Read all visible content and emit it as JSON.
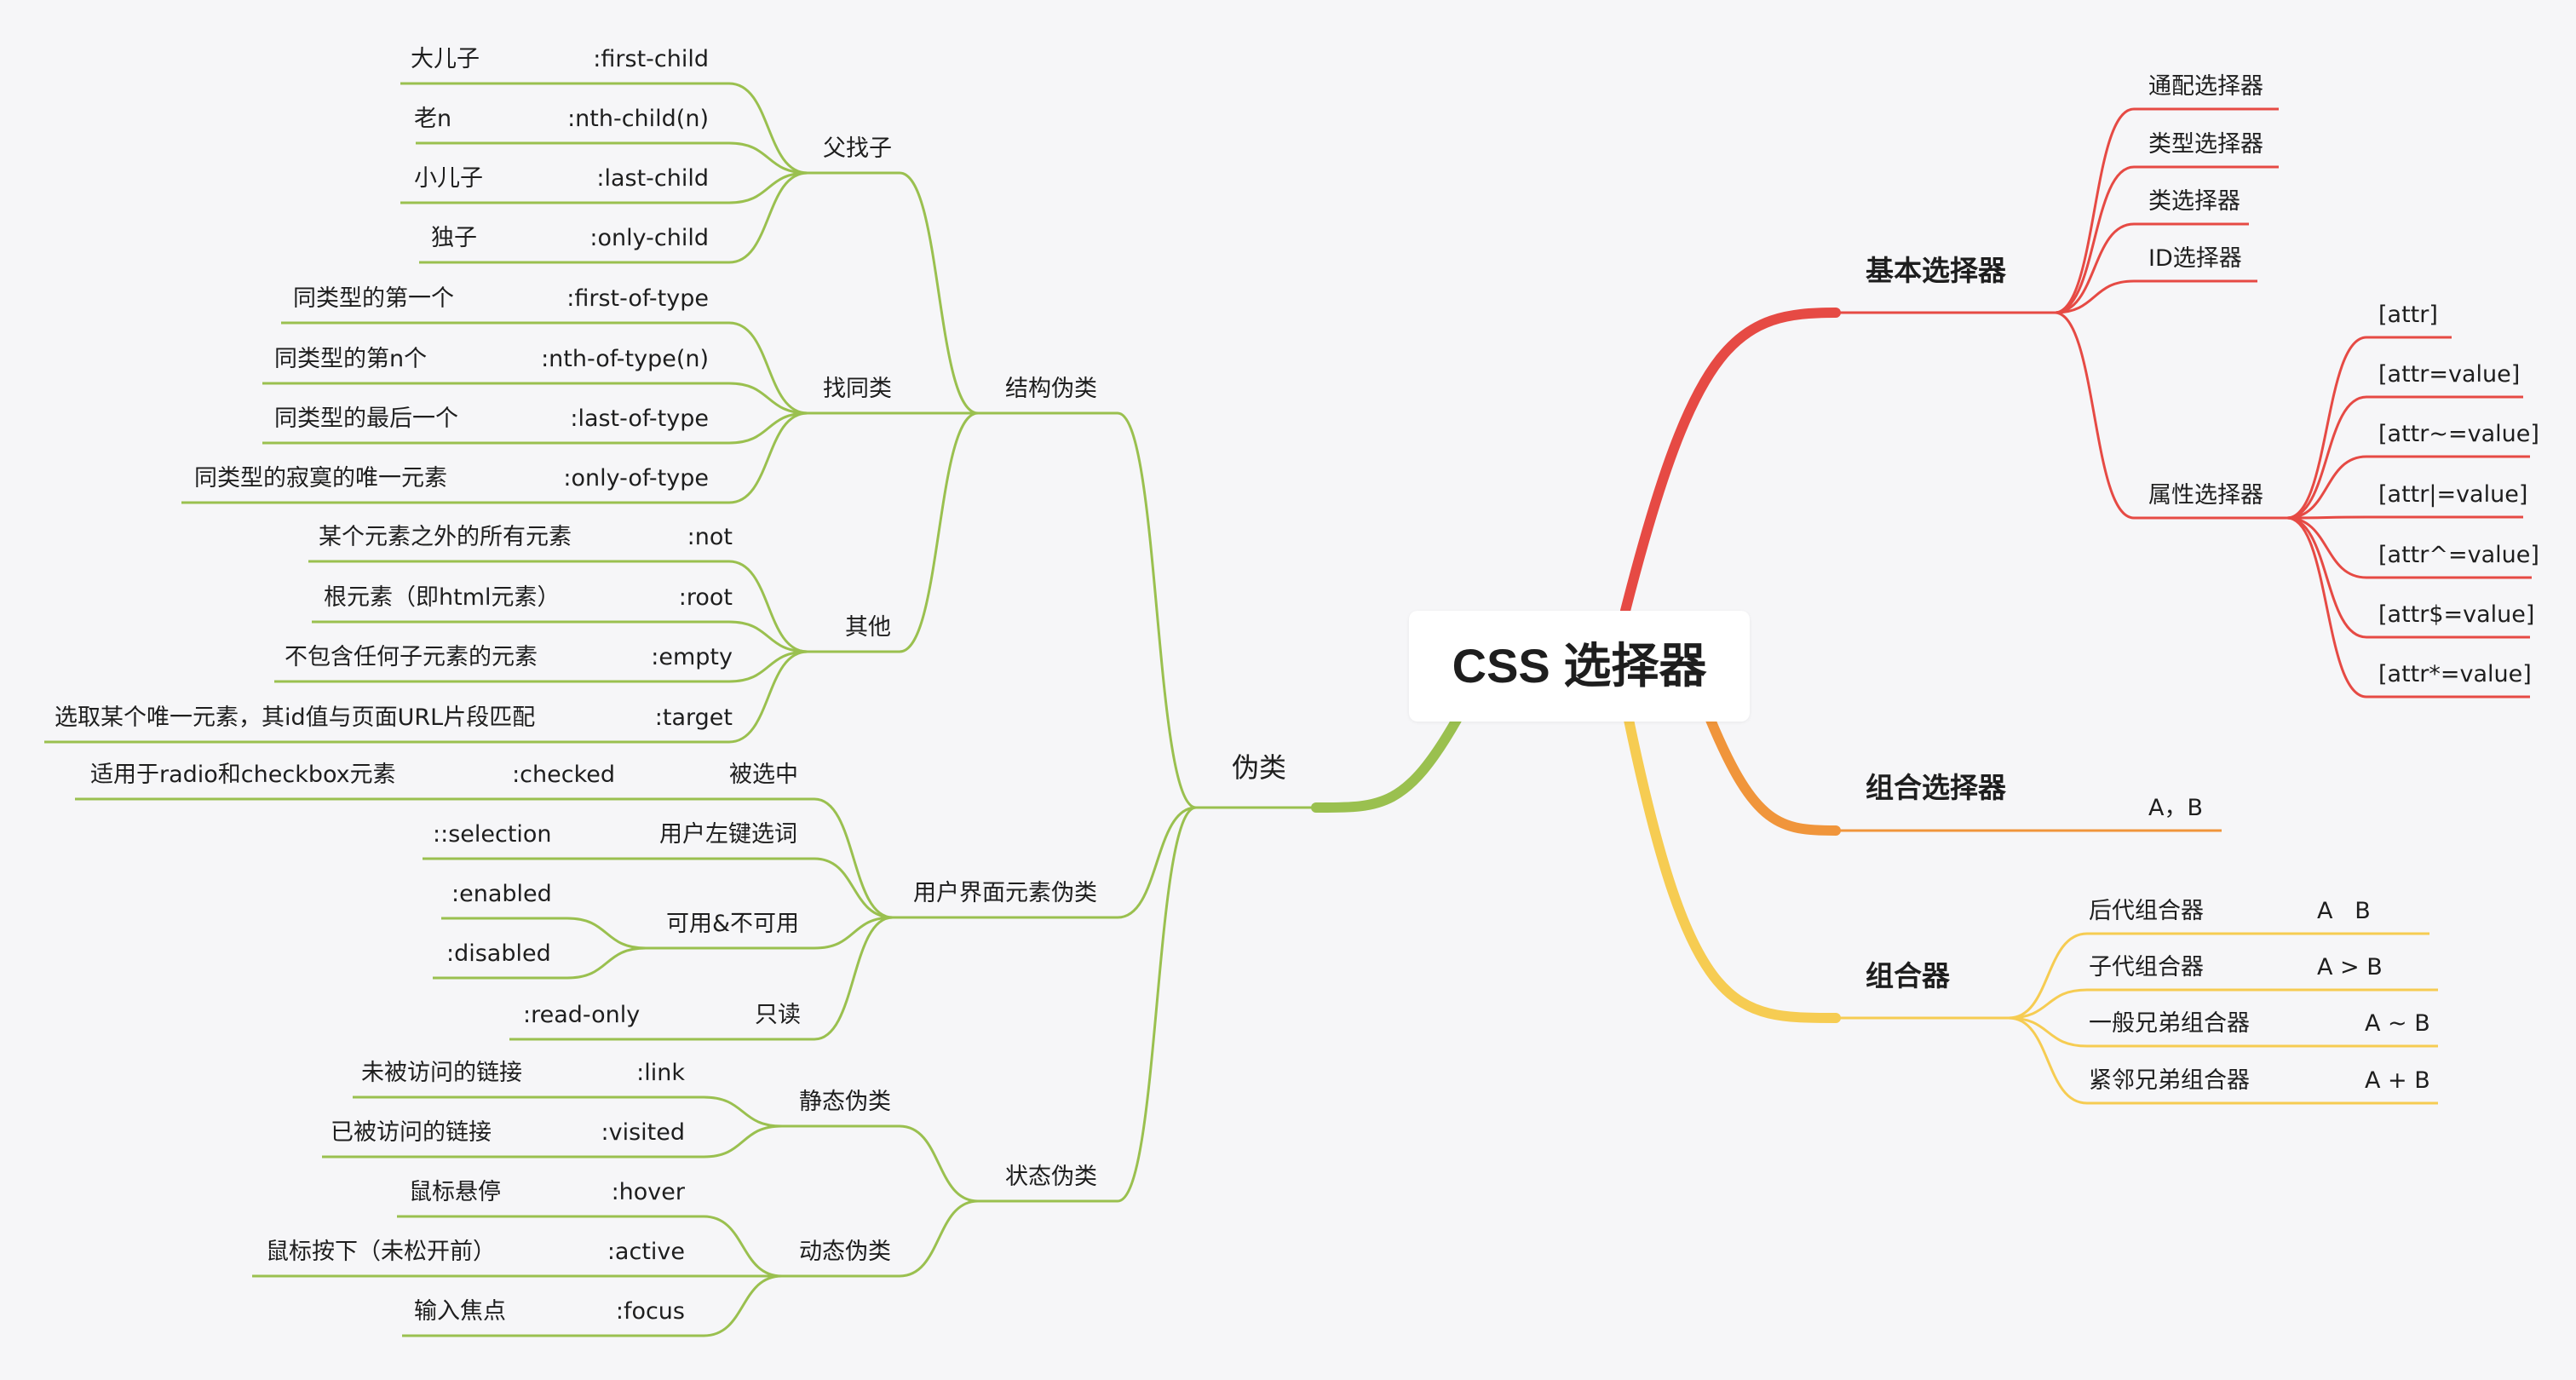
{
  "colors": {
    "green": "#9ac04f",
    "red": "#e64a44",
    "orange": "#f0953b",
    "yellow": "#f6cc52"
  },
  "root": {
    "label": "CSS 选择器"
  },
  "basic": {
    "label": "基本选择器",
    "items": [
      "通配选择器",
      "类型选择器",
      "类选择器",
      "ID选择器"
    ],
    "attr": {
      "label": "属性选择器",
      "items": [
        "[attr]",
        "[attr=value]",
        "[attr~=value]",
        "[attr|=value]",
        "[attr^=value]",
        "[attr$=value]",
        "[attr*=value]"
      ]
    }
  },
  "group": {
    "label": "组合选择器",
    "item": "A，B"
  },
  "combinators": {
    "label": "组合器",
    "items": [
      {
        "name": "后代组合器",
        "syntax": "A   B"
      },
      {
        "name": "子代组合器",
        "syntax": "A > B"
      },
      {
        "name": "一般兄弟组合器",
        "syntax": "A ~ B"
      },
      {
        "name": "紧邻兄弟组合器",
        "syntax": "A + B"
      }
    ]
  },
  "pseudo": {
    "label": "伪类",
    "structural": {
      "label": "结构伪类",
      "parent": {
        "label": "父找子",
        "items": [
          {
            "desc": "大儿子",
            "sel": ":first-child"
          },
          {
            "desc": "老n",
            "sel": ":nth-child(n)"
          },
          {
            "desc": "小儿子",
            "sel": ":last-child"
          },
          {
            "desc": "独子",
            "sel": ":only-child"
          }
        ]
      },
      "same": {
        "label": "找同类",
        "items": [
          {
            "desc": "同类型的第一个",
            "sel": ":first-of-type"
          },
          {
            "desc": "同类型的第n个",
            "sel": ":nth-of-type(n)"
          },
          {
            "desc": "同类型的最后一个",
            "sel": ":last-of-type"
          },
          {
            "desc": "同类型的寂寞的唯一元素",
            "sel": ":only-of-type"
          }
        ]
      },
      "other": {
        "label": "其他",
        "items": [
          {
            "desc": "某个元素之外的所有元素",
            "sel": ":not"
          },
          {
            "desc": "根元素（即html元素）",
            "sel": ":root"
          },
          {
            "desc": "不包含任何子元素的元素",
            "sel": ":empty"
          },
          {
            "desc": "选取某个唯一元素，其id值与页面URL片段匹配",
            "sel": ":target"
          }
        ]
      }
    },
    "ui": {
      "label": "用户界面元素伪类",
      "checked": {
        "label": "被选中",
        "desc": "适用于radio和checkbox元素",
        "sel": ":checked"
      },
      "selection": {
        "label": "用户左键选词",
        "sel": "::selection"
      },
      "available": {
        "label": "可用&不可用",
        "items": [
          ":enabled",
          ":disabled"
        ]
      },
      "readonly": {
        "label": "只读",
        "sel": ":read-only"
      }
    },
    "state": {
      "label": "状态伪类",
      "static": {
        "label": "静态伪类",
        "items": [
          {
            "desc": "未被访问的链接",
            "sel": ":link"
          },
          {
            "desc": "已被访问的链接",
            "sel": ":visited"
          }
        ]
      },
      "dynamic": {
        "label": "动态伪类",
        "items": [
          {
            "desc": "鼠标悬停",
            "sel": ":hover"
          },
          {
            "desc": "鼠标按下（未松开前）",
            "sel": ":active"
          },
          {
            "desc": "输入焦点",
            "sel": ":focus"
          }
        ]
      }
    }
  }
}
